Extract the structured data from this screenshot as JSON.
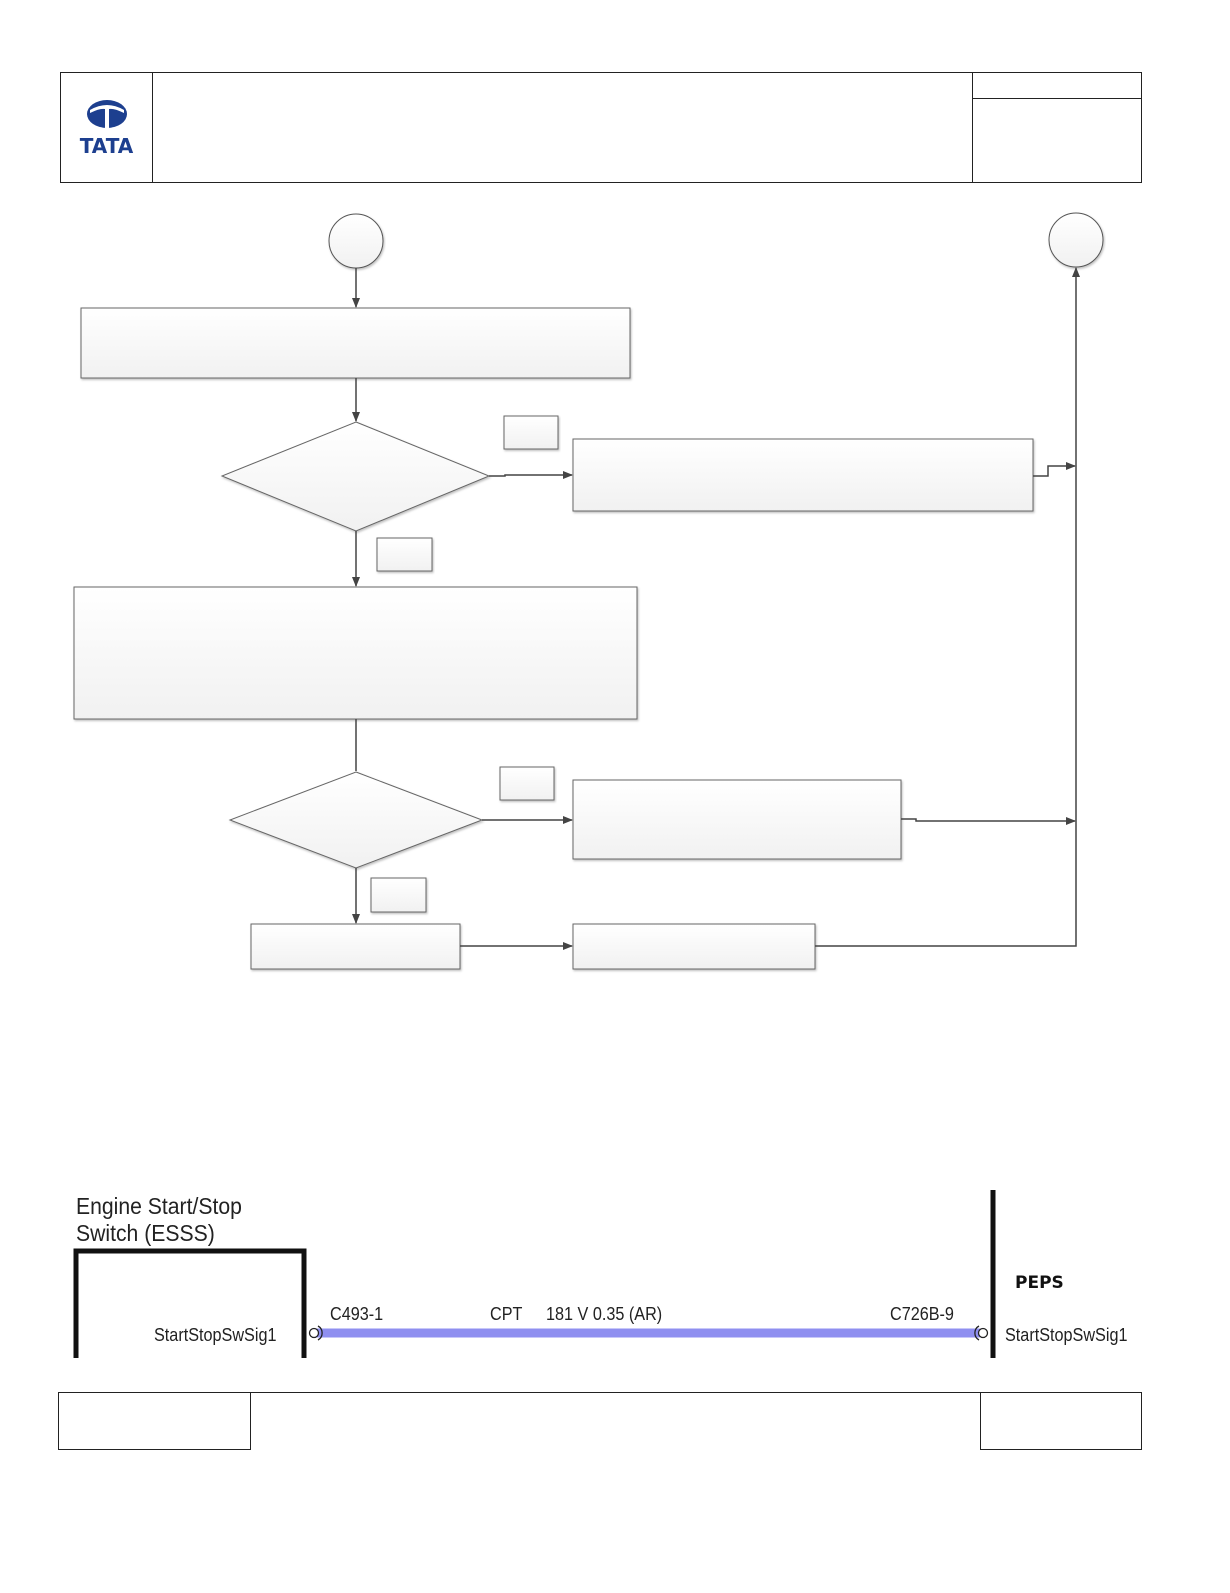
{
  "header": {
    "logo_text": "TATA",
    "brand_color": "#1d3f8f"
  },
  "wiring": {
    "component_left": "Engine Start/Stop Switch (ESSS)",
    "component_left_line1": "Engine Start/Stop",
    "component_left_line2": "Switch (ESSS)",
    "pin_left_signal": "StartStopSwSig1",
    "connector_left": "C493-1",
    "circuit_code": "CPT",
    "wire_spec": "181 V 0.35 (AR)",
    "connector_right": "C726B-9",
    "component_right": "PEPS",
    "pin_right_signal": "StartStopSwSig1",
    "wire_color": "#8f8ff0"
  }
}
